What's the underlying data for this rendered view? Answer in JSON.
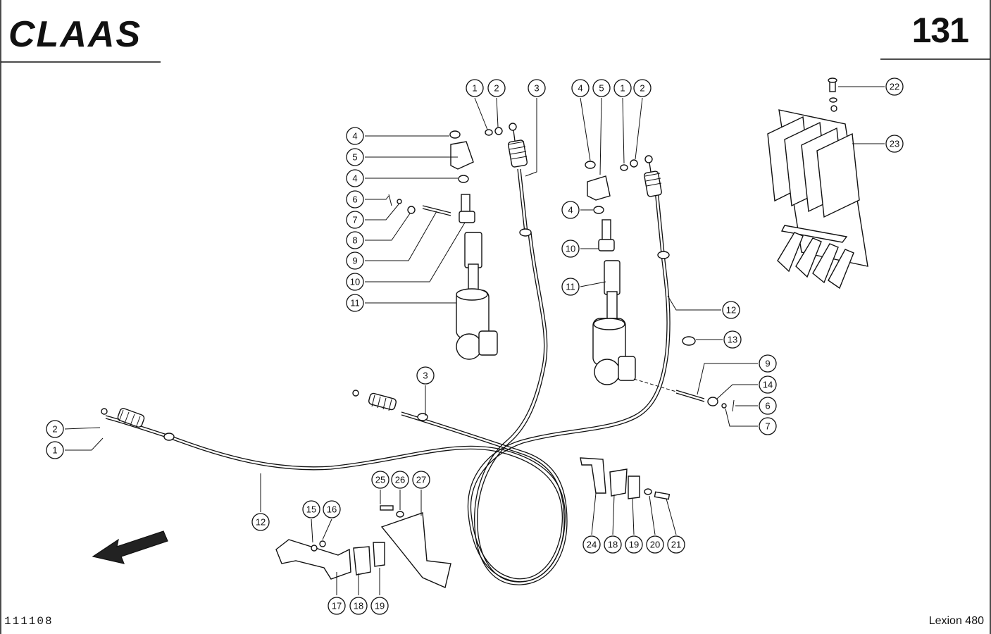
{
  "header": {
    "brand": "CLAAS",
    "page_number": "131"
  },
  "footer": {
    "doc_code": "111108",
    "model": "Lexion 480"
  },
  "callouts": [
    "1",
    "2",
    "3",
    "4",
    "5",
    "4",
    "6",
    "7",
    "8",
    "9",
    "10",
    "11",
    "4",
    "5",
    "1",
    "2",
    "4",
    "10",
    "11",
    "12",
    "13",
    "9",
    "14",
    "6",
    "7",
    "22",
    "23",
    "3",
    "2",
    "1",
    "12",
    "25",
    "26",
    "27",
    "15",
    "16",
    "17",
    "18",
    "19",
    "24",
    "18",
    "19",
    "20",
    "21"
  ]
}
